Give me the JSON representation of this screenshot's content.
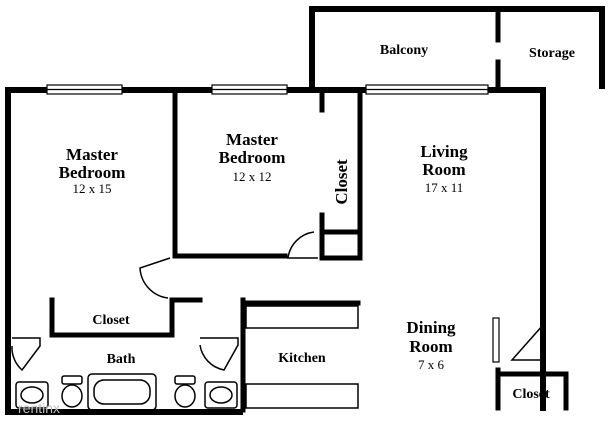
{
  "rooms": {
    "balcony": {
      "name": "Balcony"
    },
    "storage": {
      "name": "Storage"
    },
    "master_bedroom_1": {
      "name_line1": "Master",
      "name_line2": "Bedroom",
      "size": "12 x 15"
    },
    "master_bedroom_2": {
      "name_line1": "Master",
      "name_line2": "Bedroom",
      "size": "12 x 12"
    },
    "closet_vertical": {
      "name": "Closet"
    },
    "living_room": {
      "name_line1": "Living",
      "name_line2": "Room",
      "size": "17 x 11"
    },
    "closet_left": {
      "name": "Closet"
    },
    "bath": {
      "name": "Bath"
    },
    "kitchen": {
      "name": "Kitchen"
    },
    "dining_room": {
      "name_line1": "Dining",
      "name_line2": "Room",
      "size": "7 x 6"
    },
    "closet_right": {
      "name": "Closet"
    }
  },
  "watermark": {
    "text": "rentinx"
  },
  "colors": {
    "wall": "#000000",
    "fixture": "#000000",
    "background": "#ffffff",
    "watermark": "#bfbfbf"
  }
}
